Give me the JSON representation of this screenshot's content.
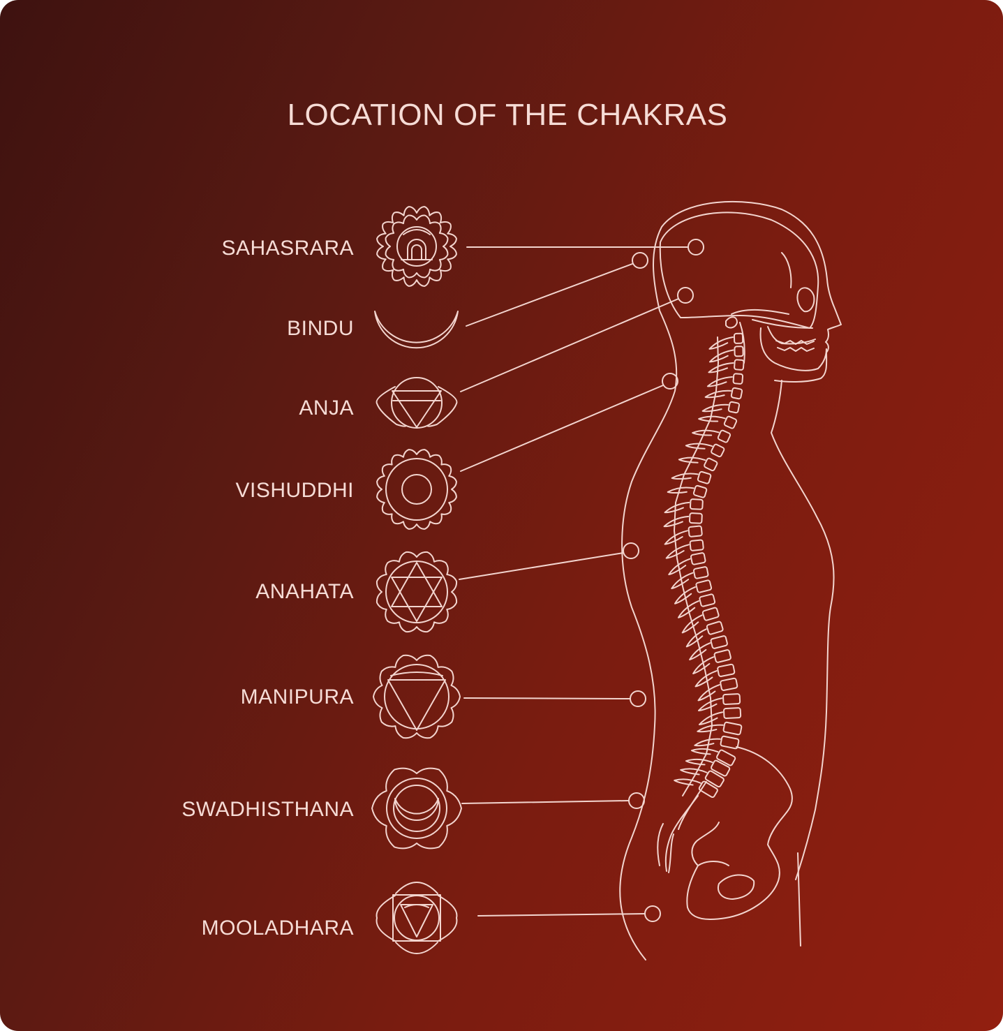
{
  "title": "LOCATION OF THE CHAKRAS",
  "colors": {
    "background_start": "#3e1210",
    "background_end": "#921f10",
    "line": "#f3d5cf"
  },
  "chakras": [
    {
      "name": "SAHASRARA",
      "icon": "thousand-petal-lotus-icon"
    },
    {
      "name": "BINDU",
      "icon": "crescent-moon-icon"
    },
    {
      "name": "ANJA",
      "icon": "two-petal-triangle-icon"
    },
    {
      "name": "VISHUDDHI",
      "icon": "sixteen-petal-circle-icon"
    },
    {
      "name": "ANAHATA",
      "icon": "hexagram-lotus-icon"
    },
    {
      "name": "MANIPURA",
      "icon": "ten-petal-triangle-icon"
    },
    {
      "name": "SWADHISTHANA",
      "icon": "six-petal-crescent-icon"
    },
    {
      "name": "MOOLADHARA",
      "icon": "four-petal-square-icon"
    }
  ]
}
